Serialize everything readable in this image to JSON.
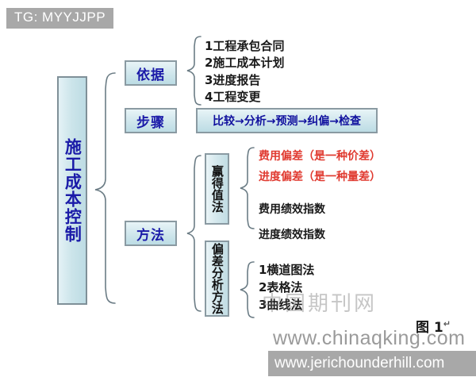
{
  "tag": {
    "label": "TG: MYYJJPP"
  },
  "diagram": {
    "root": {
      "label": "施工成本控制"
    },
    "branches": [
      {
        "key": "basis",
        "label": "依据"
      },
      {
        "key": "steps",
        "label": "步骤"
      },
      {
        "key": "methods",
        "label": "方法"
      }
    ],
    "basis_items": [
      "1工程承包合同",
      "2施工成本计划",
      "3进度报告",
      "4工程变更"
    ],
    "steps_flow": "比较→分析→预测→纠偏→检查",
    "method_groups": [
      {
        "key": "earned-value",
        "label": "赢得值法",
        "items": [
          {
            "text": "费用偏差（是一种价差）",
            "color": "red"
          },
          {
            "text": "进度偏差（是一种量差）",
            "color": "red"
          },
          {
            "text": "费用绩效指数",
            "color": "black"
          },
          {
            "text": "进度绩效指数",
            "color": "black"
          }
        ]
      },
      {
        "key": "deviation-analysis",
        "label": "偏差分析方法",
        "items": [
          {
            "text": "1横道图法",
            "color": "black"
          },
          {
            "text": "2表格法",
            "color": "black"
          },
          {
            "text": "3曲线法",
            "color": "black"
          }
        ]
      }
    ]
  },
  "caption": {
    "text": "图 1",
    "mark": "↵"
  },
  "watermarks": {
    "center": "中国期刊网",
    "site": "www.chinaqking.com",
    "bottom": "www.jerichounderhill.com"
  },
  "colors": {
    "node_fill": "#cfe6ec",
    "node_border": "#8a9aa2",
    "node_text": "#1a1aa8",
    "red_text": "#e03a30",
    "body_text": "#1a1a1a",
    "brace": "#6b7c85",
    "badge_bg": "#a8a8a8"
  }
}
